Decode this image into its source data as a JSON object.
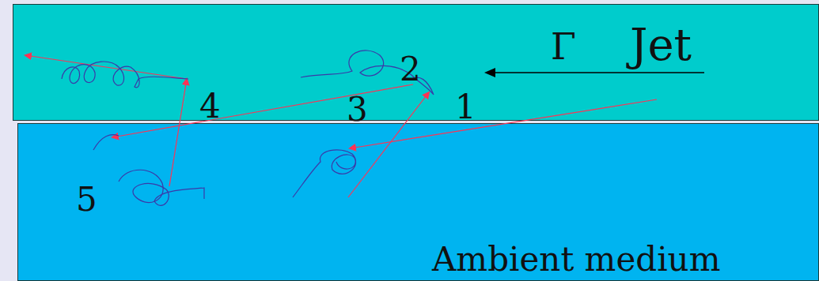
{
  "diagram": {
    "nodes": [
      {
        "text": [
          "Jet"
        ]
      },
      {
        "text": [
          "Ambient medium"
        ]
      }
    ],
    "labels": [
      "Γ",
      "1",
      "2",
      "3",
      "4",
      "5"
    ]
  }
}
